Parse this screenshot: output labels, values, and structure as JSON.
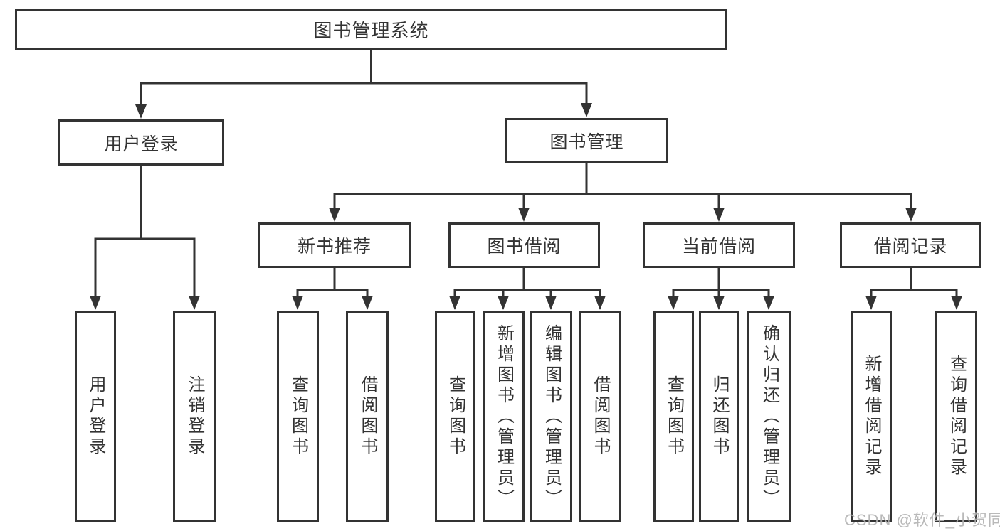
{
  "colors": {
    "background": "#ffffff",
    "line": "#333333",
    "text": "#333333",
    "watermark": "#b2b2b2"
  },
  "watermark": {
    "text": "CSDN @软件_小贺同学"
  },
  "tree": {
    "root": {
      "label": "图书管理系统"
    },
    "branches": [
      {
        "label": "用户登录",
        "children": [
          {
            "label": "用户登录"
          },
          {
            "label": "注销登录"
          }
        ]
      },
      {
        "label": "图书管理",
        "groups": [
          {
            "label": "新书推荐",
            "children": [
              {
                "label": "查询图书"
              },
              {
                "label": "借阅图书"
              }
            ]
          },
          {
            "label": "图书借阅",
            "children": [
              {
                "label": "查询图书"
              },
              {
                "label": "新增图书（管理员）"
              },
              {
                "label": "编辑图书（管理员）"
              },
              {
                "label": "借阅图书"
              }
            ]
          },
          {
            "label": "当前借阅",
            "children": [
              {
                "label": "查询图书"
              },
              {
                "label": "归还图书"
              },
              {
                "label": "确认归还（管理员）"
              }
            ]
          },
          {
            "label": "借阅记录",
            "children": [
              {
                "label": "新增借阅记录"
              },
              {
                "label": "查询借阅记录"
              }
            ]
          }
        ]
      }
    ]
  }
}
